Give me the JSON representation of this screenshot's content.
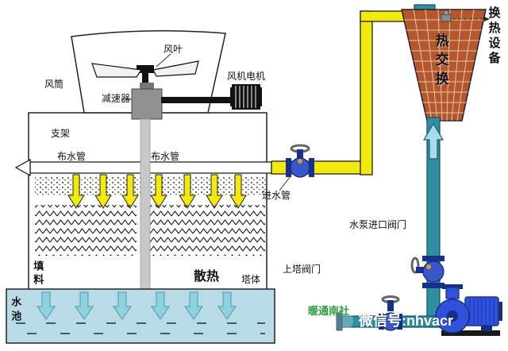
{
  "labels": {
    "fan_blade": "风叶",
    "air_duct": "风筒",
    "fan_motor": "风机电机",
    "reducer": "减速器",
    "support": "支架",
    "water_pipe_left": "布水管",
    "water_pipe_right": "布水管",
    "inlet_pipe": "进水管",
    "fill": "填料",
    "heat_dissipation": "散热",
    "tower_body": "塔体",
    "pool": "水池",
    "pump_inlet_valve": "水泵进口阀门",
    "up_tower_valve": "上塔阀门",
    "heat_exchange": "热交换",
    "heat_equipment": "换热设备",
    "watermark_green": "暖通南社",
    "watermark_white": "微信号:nhvacr"
  },
  "colors": {
    "pipe_yellow": "#f2ea0f",
    "pipe_teal": "#2e8fa2",
    "exchanger_brick": "#b5572c",
    "pool_blue": "#b9dbe7",
    "pump_blue": "#2e52de",
    "valve_blue": "#3a57c9",
    "arrow_teal": "#8ed2e0"
  }
}
